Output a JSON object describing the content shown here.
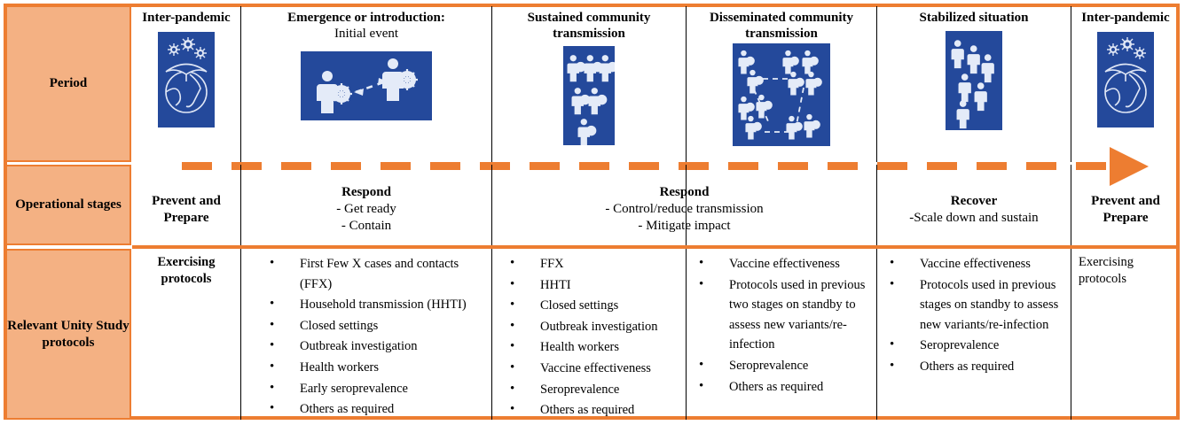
{
  "row_labels": {
    "period": "Period",
    "operational": "Operational stages",
    "protocols": "Relevant Unity Study protocols"
  },
  "colors": {
    "header_fill": "#F4B183",
    "accent_orange": "#ED7D31",
    "icon_blue": "#24499B"
  },
  "periods": [
    {
      "title": "Inter-pandemic",
      "subtitle": "",
      "icon": "umbrella-over-globe-icon"
    },
    {
      "title": "Emergence or introduction:",
      "subtitle": "Initial event",
      "icon": "two-people-virus-transmission-icon"
    },
    {
      "title": "Sustained community transmission",
      "subtitle": "",
      "icon": "six-people-virus-icon"
    },
    {
      "title": "Disseminated community transmission",
      "subtitle": "",
      "icon": "network-people-virus-icon"
    },
    {
      "title": "Stabilized situation",
      "subtitle": "",
      "icon": "six-people-healthy-icon"
    },
    {
      "title": "Inter-pandemic",
      "subtitle": "",
      "icon": "umbrella-over-globe-icon"
    }
  ],
  "operational_stages": [
    {
      "heading": "Prevent and Prepare",
      "lines": []
    },
    {
      "heading": "Respond",
      "lines": [
        "- Get ready",
        "- Contain"
      ]
    },
    {
      "heading": "Respond",
      "lines": [
        "-     Control/reduce transmission",
        "-       Mitigate impact"
      ]
    },
    {
      "heading": "Recover",
      "lines": [
        "-Scale down and sustain"
      ]
    },
    {
      "heading": "Prevent and Prepare",
      "lines": []
    }
  ],
  "protocols": [
    {
      "plain": "Exercising protocols",
      "bold": true,
      "items": []
    },
    {
      "plain": "",
      "items": [
        "First Few X cases and contacts (FFX)",
        "Household transmission (HHTI)",
        "Closed settings",
        "Outbreak investigation",
        "Health workers",
        "Early seroprevalence",
        "Others as required"
      ]
    },
    {
      "plain": "",
      "items": [
        "FFX",
        "HHTI",
        "Closed settings",
        "Outbreak investigation",
        "Health workers",
        "Vaccine effectiveness",
        "Seroprevalence",
        "Others as required"
      ]
    },
    {
      "plain": "",
      "items": [
        "Vaccine effectiveness",
        "Protocols used in previous two stages on standby to assess new variants/re-infection",
        "Seroprevalence",
        "Others as required"
      ]
    },
    {
      "plain": "",
      "items": [
        "Vaccine effectiveness",
        "Protocols used in previous stages on standby to assess new variants/re-infection",
        "Seroprevalence",
        "Others as required"
      ]
    },
    {
      "plain": "Exercising protocols",
      "bold": false,
      "items": []
    }
  ]
}
